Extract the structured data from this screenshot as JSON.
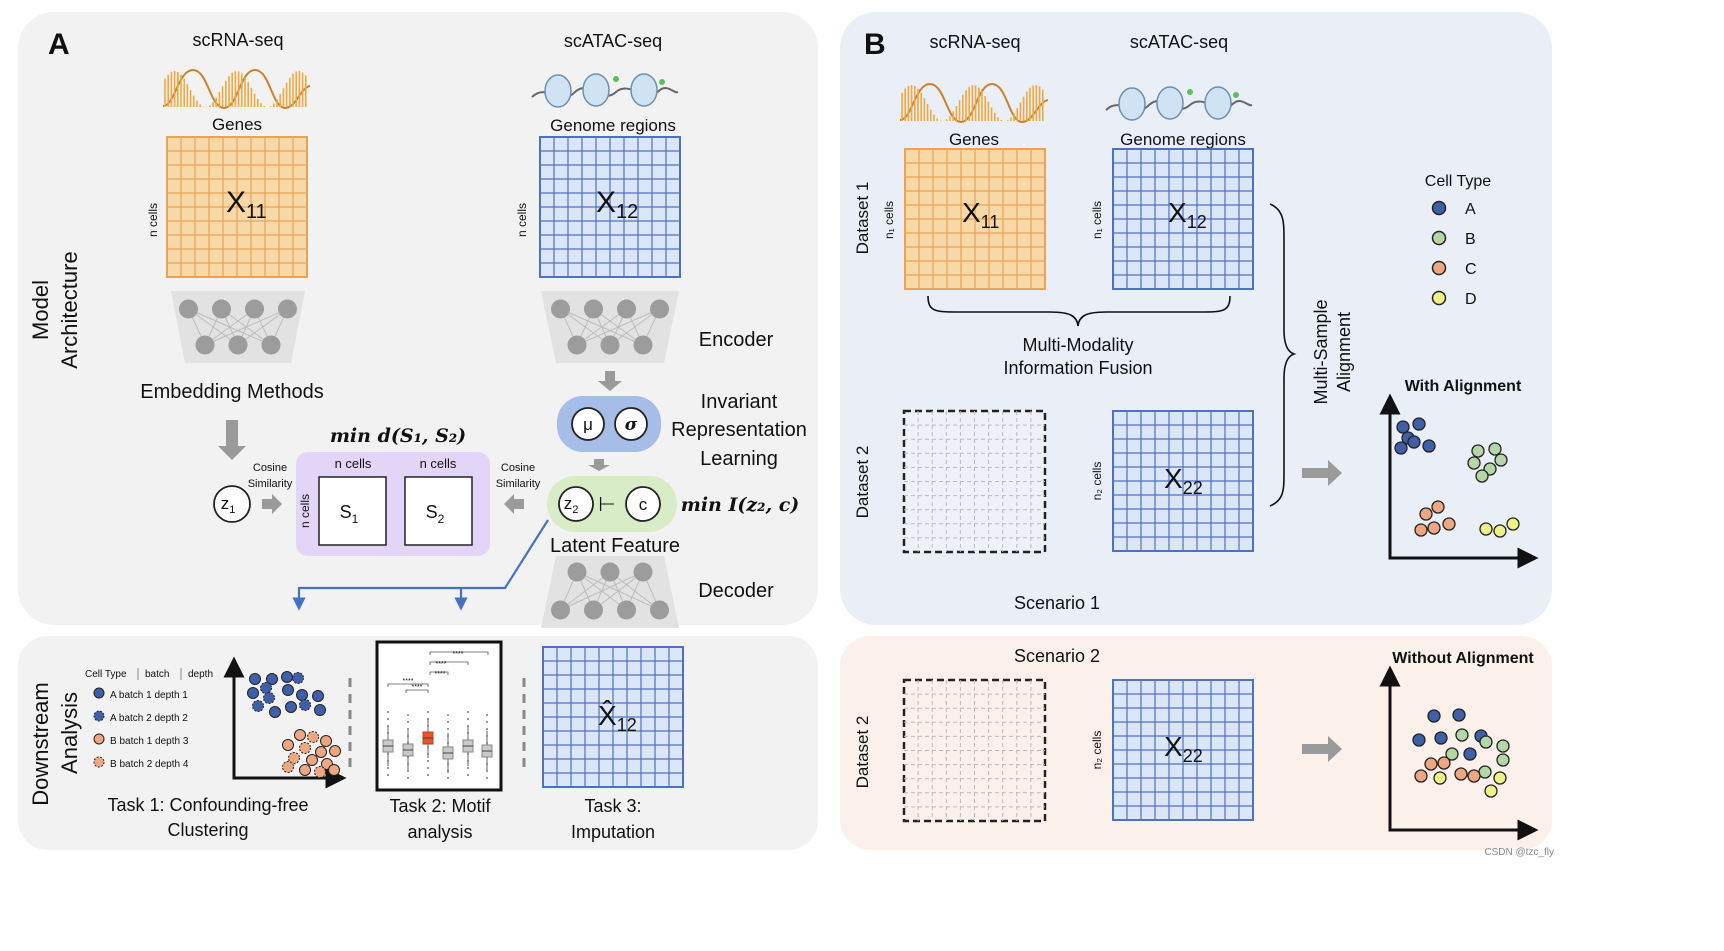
{
  "panelA": {
    "label": "A",
    "side_label_line1": "Model",
    "side_label_line2": "Architecture",
    "rna_title": "scRNA-seq",
    "atac_title": "scATAC-seq",
    "genes": "Genes",
    "genome_regions": "Genome regions",
    "n_cells": "n cells",
    "x11_base": "X",
    "x11_sub": "11",
    "x12_base": "X",
    "x12_sub": "12",
    "encoder": "Encoder",
    "embedding_methods": "Embedding Methods",
    "invariant_1": "Invariant",
    "invariant_2": "Representation",
    "invariant_3": "Learning",
    "mu": "μ",
    "sigma": "σ",
    "z1_base": "z",
    "z1_sub": "1",
    "z2_base": "z",
    "z2_sub": "2",
    "c_node": "c",
    "tee": "⊢",
    "cosine_1": "Cosine",
    "cosine_2": "Similarity",
    "min_d": "min d(S₁, S₂)",
    "s1_base": "S",
    "s1_sub": "1",
    "s2_base": "S",
    "s2_sub": "2",
    "min_i": "min I(z₂, c)",
    "latent_feature": "Latent Feature",
    "decoder": "Decoder"
  },
  "downstream": {
    "side_label_line1": "Downstream",
    "side_label_line2": "Analysis",
    "legend_header": [
      "Cell Type",
      "batch",
      "depth"
    ],
    "legend_items": [
      "A batch 1 depth 1",
      "A batch 2 depth 2",
      "B batch 1 depth 3",
      "B batch 2 depth 4"
    ],
    "sig_marks": [
      "****",
      "****",
      "****",
      "****",
      "****"
    ],
    "task1_line1": "Task 1: Confounding-free",
    "task1_line2": "Clustering",
    "task2_line1": "Task 2: Motif",
    "task2_line2": "analysis",
    "task3_line1": "Task 3:",
    "task3_line2": "Imputation",
    "xhat_base": "X̂",
    "xhat_sub": "12"
  },
  "panelB": {
    "label": "B",
    "rna_title": "scRNA-seq",
    "atac_title": "scATAC-seq",
    "genes": "Genes",
    "genome_regions": "Genome regions",
    "dataset1": "Dataset 1",
    "dataset2": "Dataset 2",
    "n1_cells": "n₁ cells",
    "n2_cells": "n₂ cells",
    "x11_base": "X",
    "x11_sub": "11",
    "x12_base": "X",
    "x12_sub": "12",
    "x22_base": "X",
    "x22_sub": "22",
    "fusion_1": "Multi-Modality",
    "fusion_2": "Information Fusion",
    "msa_1": "Multi-Sample",
    "msa_2": "Alignment",
    "scenario1": "Scenario 1",
    "scenario2": "Scenario 2",
    "legend_title": "Cell Type",
    "legend_items": [
      {
        "label": "A",
        "color": "#3f5fa8"
      },
      {
        "label": "B",
        "color": "#b5d7a8"
      },
      {
        "label": "C",
        "color": "#eea783"
      },
      {
        "label": "D",
        "color": "#eef08a"
      }
    ],
    "with_alignment": "With Alignment",
    "without_alignment": "Without Alignment"
  },
  "watermark": "CSDN @tzc_fly",
  "colors": {
    "panel_bg": "#f2f2f2",
    "panelB_bg": "#e9eef7",
    "scenario2_bg": "#fbf1ea",
    "rna_fill": "#f7d9a8",
    "rna_line": "#eba256",
    "atac_fill": "#dbe6f8",
    "atac_line": "#4d72c4",
    "purple": "#e2d5f7",
    "mu_sigma": "#a6bde8",
    "latent": "#d7ecc7",
    "arrow_gray": "#9a9a9a",
    "blue_arrow": "#4473c4",
    "highlight_box": "#e7552a"
  }
}
